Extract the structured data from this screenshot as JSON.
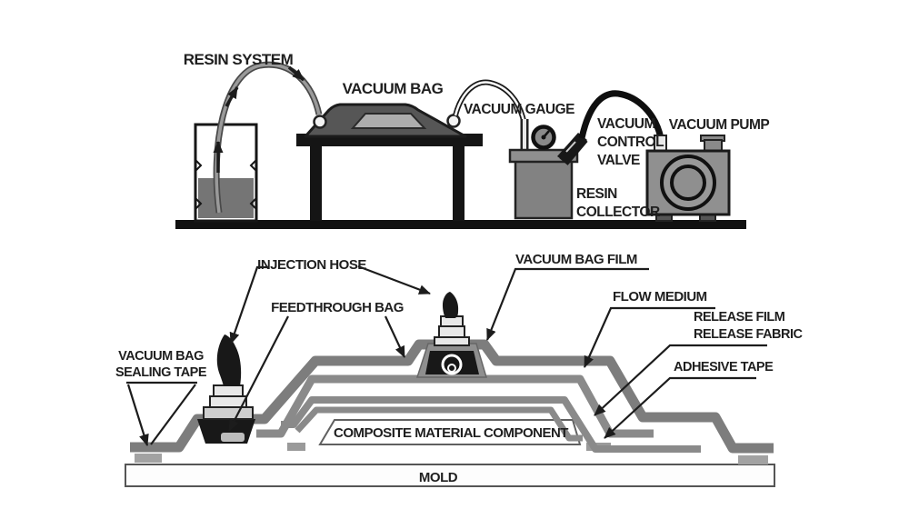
{
  "diagram": {
    "title_meaning": "vacuum infusion process schematic",
    "colors": {
      "ink": "#1c1c1c",
      "band_gray": "#8a8a8a",
      "outer_band_gray": "#7d7d7d",
      "tape_gray": "#a2a2a2",
      "equipment_gray": "#8f8f8f",
      "bag_mound_gray": "#565656",
      "laminate_light_gray": "#adadad",
      "background": "#ffffff"
    },
    "labels": {
      "top": {
        "resin_system": "RESIN SYSTEM",
        "vacuum_bag": "VACUUM BAG",
        "vacuum_gauge": "VACUUM GAUGE",
        "vacuum_control_valve_line1": "VACUUM",
        "vacuum_control_valve_line2": "CONTROL",
        "vacuum_control_valve_line3": "VALVE",
        "vacuum_pump": "VACUUM PUMP",
        "resin_collector_line1": "RESIN",
        "resin_collector_line2": "COLLECTOR"
      },
      "bottom": {
        "injection_hose": "INJECTION HOSE",
        "feedthrough_bag": "FEEDTHROUGH BAG",
        "vacuum_bag_film": "VACUUM BAG FILM",
        "flow_medium": "FLOW MEDIUM",
        "release_film": "RELEASE FILM",
        "release_fabric": "RELEASE FABRIC",
        "adhesive_tape": "ADHESIVE TAPE",
        "vacuum_bag_sealing_tape_line1": "VACUUM BAG",
        "vacuum_bag_sealing_tape_line2": "SEALING TAPE",
        "composite_material_component": "COMPOSITE MATERIAL COMPONENT",
        "mold": "MOLD"
      }
    }
  }
}
